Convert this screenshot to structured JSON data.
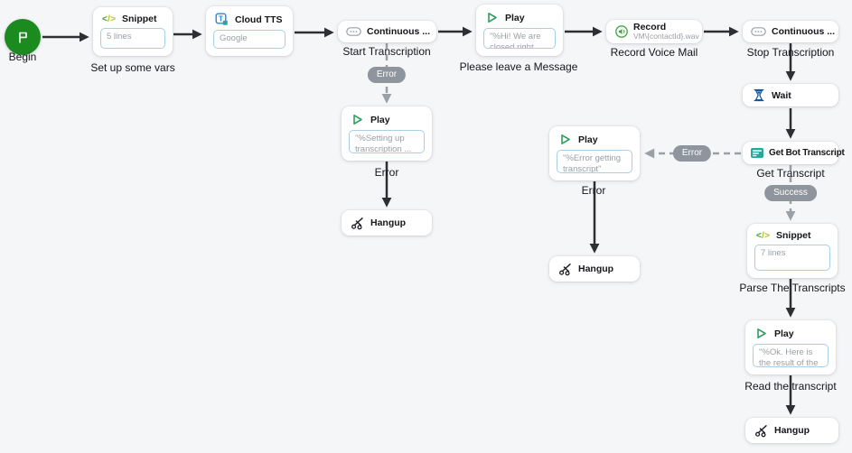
{
  "canvas": {
    "background": "#f5f6f8"
  },
  "colors": {
    "begin_green": "#1b8a1f",
    "play_green": "#2f9e5f",
    "record_green": "#43a047",
    "wait_blue": "#1257a0",
    "tts_blue": "#1e88e5",
    "transcript_teal": "#2aa79b",
    "snippet_green": "#3fa23f",
    "snippet_yellow": "#b9c42c",
    "badge_gray": "#8f959c",
    "arrow_dark": "#2e2e33",
    "arrow_gray": "#9aa0a6",
    "field_border": "#a9cfe5"
  },
  "nodes": {
    "begin": {
      "label": "Begin",
      "icon": "flag-icon"
    },
    "snippet_vars": {
      "title": "Snippet",
      "field": "5 lines",
      "caption": "Set up some vars",
      "icon": "code-snippet-icon"
    },
    "cloud_tts": {
      "title": "Cloud TTS",
      "field": "Google",
      "icon": "text-to-speech-icon"
    },
    "continuous_start": {
      "title": "Continuous ...",
      "caption": "Start Transcription",
      "icon": "continuous-pill-icon"
    },
    "play_greeting": {
      "title": "Play",
      "field": "\"%Hi! We are closed right now, ...",
      "caption": "Please leave a Message",
      "icon": "play-icon"
    },
    "record_vm": {
      "title": "Record",
      "subtitle": "VM\\{contactId}.wav",
      "caption": "Record Voice Mail",
      "icon": "record-speaker-icon"
    },
    "continuous_stop": {
      "title": "Continuous ...",
      "caption": "Stop Transcription",
      "icon": "continuous-pill-icon"
    },
    "wait": {
      "title": "Wait",
      "icon": "hourglass-icon"
    },
    "get_bot_transcript": {
      "title": "Get Bot Transcript",
      "caption": "Get Transcript",
      "icon": "transcript-card-icon"
    },
    "snippet_parse": {
      "title": "Snippet",
      "field": "7 lines",
      "caption": "Parse The Transcripts",
      "icon": "code-snippet-icon"
    },
    "play_result": {
      "title": "Play",
      "field": "\"%Ok. Here is the result of the ...",
      "caption": "Read the transcript",
      "icon": "play-icon"
    },
    "hangup_main": {
      "title": "Hangup",
      "icon": "hangup-scissors-icon"
    },
    "play_error_setup": {
      "title": "Play",
      "field": "\"%Setting up transcription ...",
      "caption": "Error",
      "icon": "play-icon"
    },
    "hangup_error_setup": {
      "title": "Hangup",
      "icon": "hangup-scissors-icon"
    },
    "play_error_transcript": {
      "title": "Play",
      "field": "\"%Error getting transcript\"",
      "caption": "Error",
      "icon": "play-icon"
    },
    "hangup_error_transcript": {
      "title": "Hangup",
      "icon": "hangup-scissors-icon"
    }
  },
  "badges": {
    "start_error": "Error",
    "transcript_success": "Success",
    "transcript_error": "Error"
  }
}
